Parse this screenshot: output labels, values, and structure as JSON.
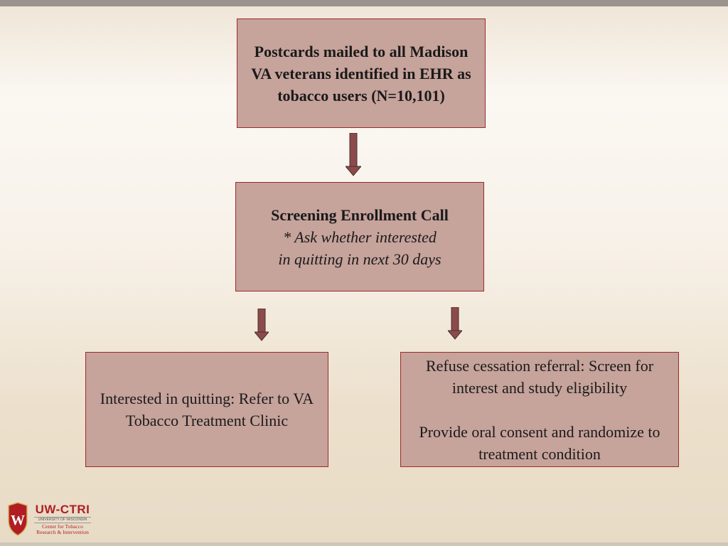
{
  "flowchart": {
    "box1": {
      "text": "Postcards mailed to all Madison VA veterans identified in EHR as tobacco users (N=10,101)"
    },
    "box2": {
      "title": "Screening Enrollment Call",
      "note": "* Ask whether interested in quitting in next 30 days"
    },
    "box3": {
      "text": "Interested in quitting: Refer to VA Tobacco Treatment Clinic"
    },
    "box4": {
      "line1": "Refuse cessation referral: Screen for interest and study eligibility",
      "line2": "Provide oral consent and randomize to treatment condition"
    }
  },
  "logo": {
    "main": "UW-CTRI",
    "university": "UNIVERSITY OF WISCONSIN",
    "center_line1": "Center for Tobacco",
    "center_line2": "Research & Intervention",
    "shield_letter": "W"
  },
  "colors": {
    "box_fill": "#c6a39b",
    "box_border": "#9e2a2a",
    "arrow_fill": "#8c4a4a",
    "brand_red": "#b01e23"
  }
}
